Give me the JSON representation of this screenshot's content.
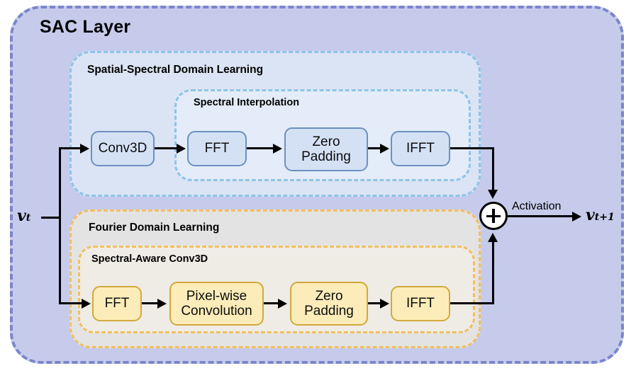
{
  "diagram": {
    "title": "SAC Layer",
    "input_label": "v",
    "input_sub": "t",
    "output_label": "v",
    "output_sub": "t+1",
    "activation_label": "Activation",
    "sum_symbol": "+",
    "colors": {
      "outer_fill": "#c6cbeb",
      "outer_border": "#7b86cc",
      "spatial_fill": "#dbe4f4",
      "spatial_border": "#8fc4e8",
      "spectral_fill": "#e3ecf8",
      "fourier_fill": "#e4e3e4",
      "fourier_border": "#f0c060",
      "spectral_aware_fill": "#efece6",
      "node_blue_fill": "#d4e1f5",
      "node_blue_border": "#6d90bf",
      "node_yellow_fill": "#fcecb9",
      "node_yellow_border": "#d2a93c"
    }
  },
  "spatial_branch": {
    "title": "Spatial-Spectral Domain Learning",
    "inner_title": "Spectral Interpolation",
    "nodes": [
      {
        "label": "Conv3D"
      },
      {
        "label": "FFT"
      },
      {
        "label": "Zero\nPadding"
      },
      {
        "label": "IFFT"
      }
    ]
  },
  "fourier_branch": {
    "title": "Fourier Domain Learning",
    "inner_title": "Spectral-Aware Conv3D",
    "nodes": [
      {
        "label": "FFT"
      },
      {
        "label": "Pixel-wise\nConvolution"
      },
      {
        "label": "Zero\nPadding"
      },
      {
        "label": "IFFT"
      }
    ]
  }
}
